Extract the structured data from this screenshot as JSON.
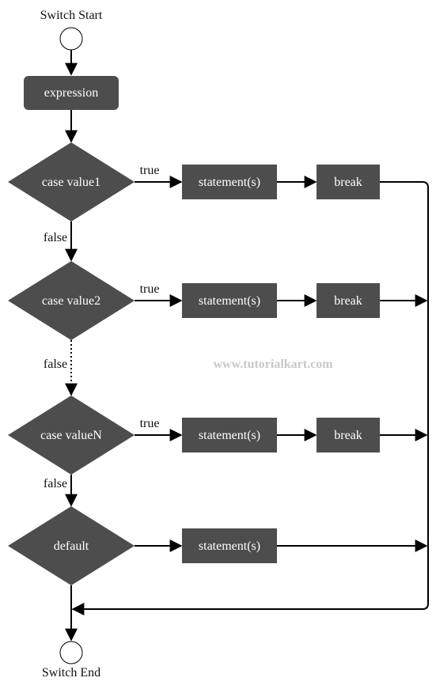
{
  "diagram": {
    "start_label": "Switch Start",
    "end_label": "Switch End",
    "expression_label": "expression",
    "cases": [
      {
        "label": "case value1",
        "true_label": "true",
        "statement": "statement(s)",
        "break": "break",
        "false_label": "false"
      },
      {
        "label": "case value2",
        "true_label": "true",
        "statement": "statement(s)",
        "break": "break",
        "false_label": "false"
      },
      {
        "label": "case valueN",
        "true_label": "true",
        "statement": "statement(s)",
        "break": "break",
        "false_label": "false"
      }
    ],
    "default_label": "default",
    "default_statement": "statement(s)",
    "watermark": "www.tutorialkart.com"
  },
  "colors": {
    "node_fill": "#4d4d4d",
    "node_text": "#ffffff",
    "edge": "#000000",
    "watermark": "#c8c8c8"
  }
}
